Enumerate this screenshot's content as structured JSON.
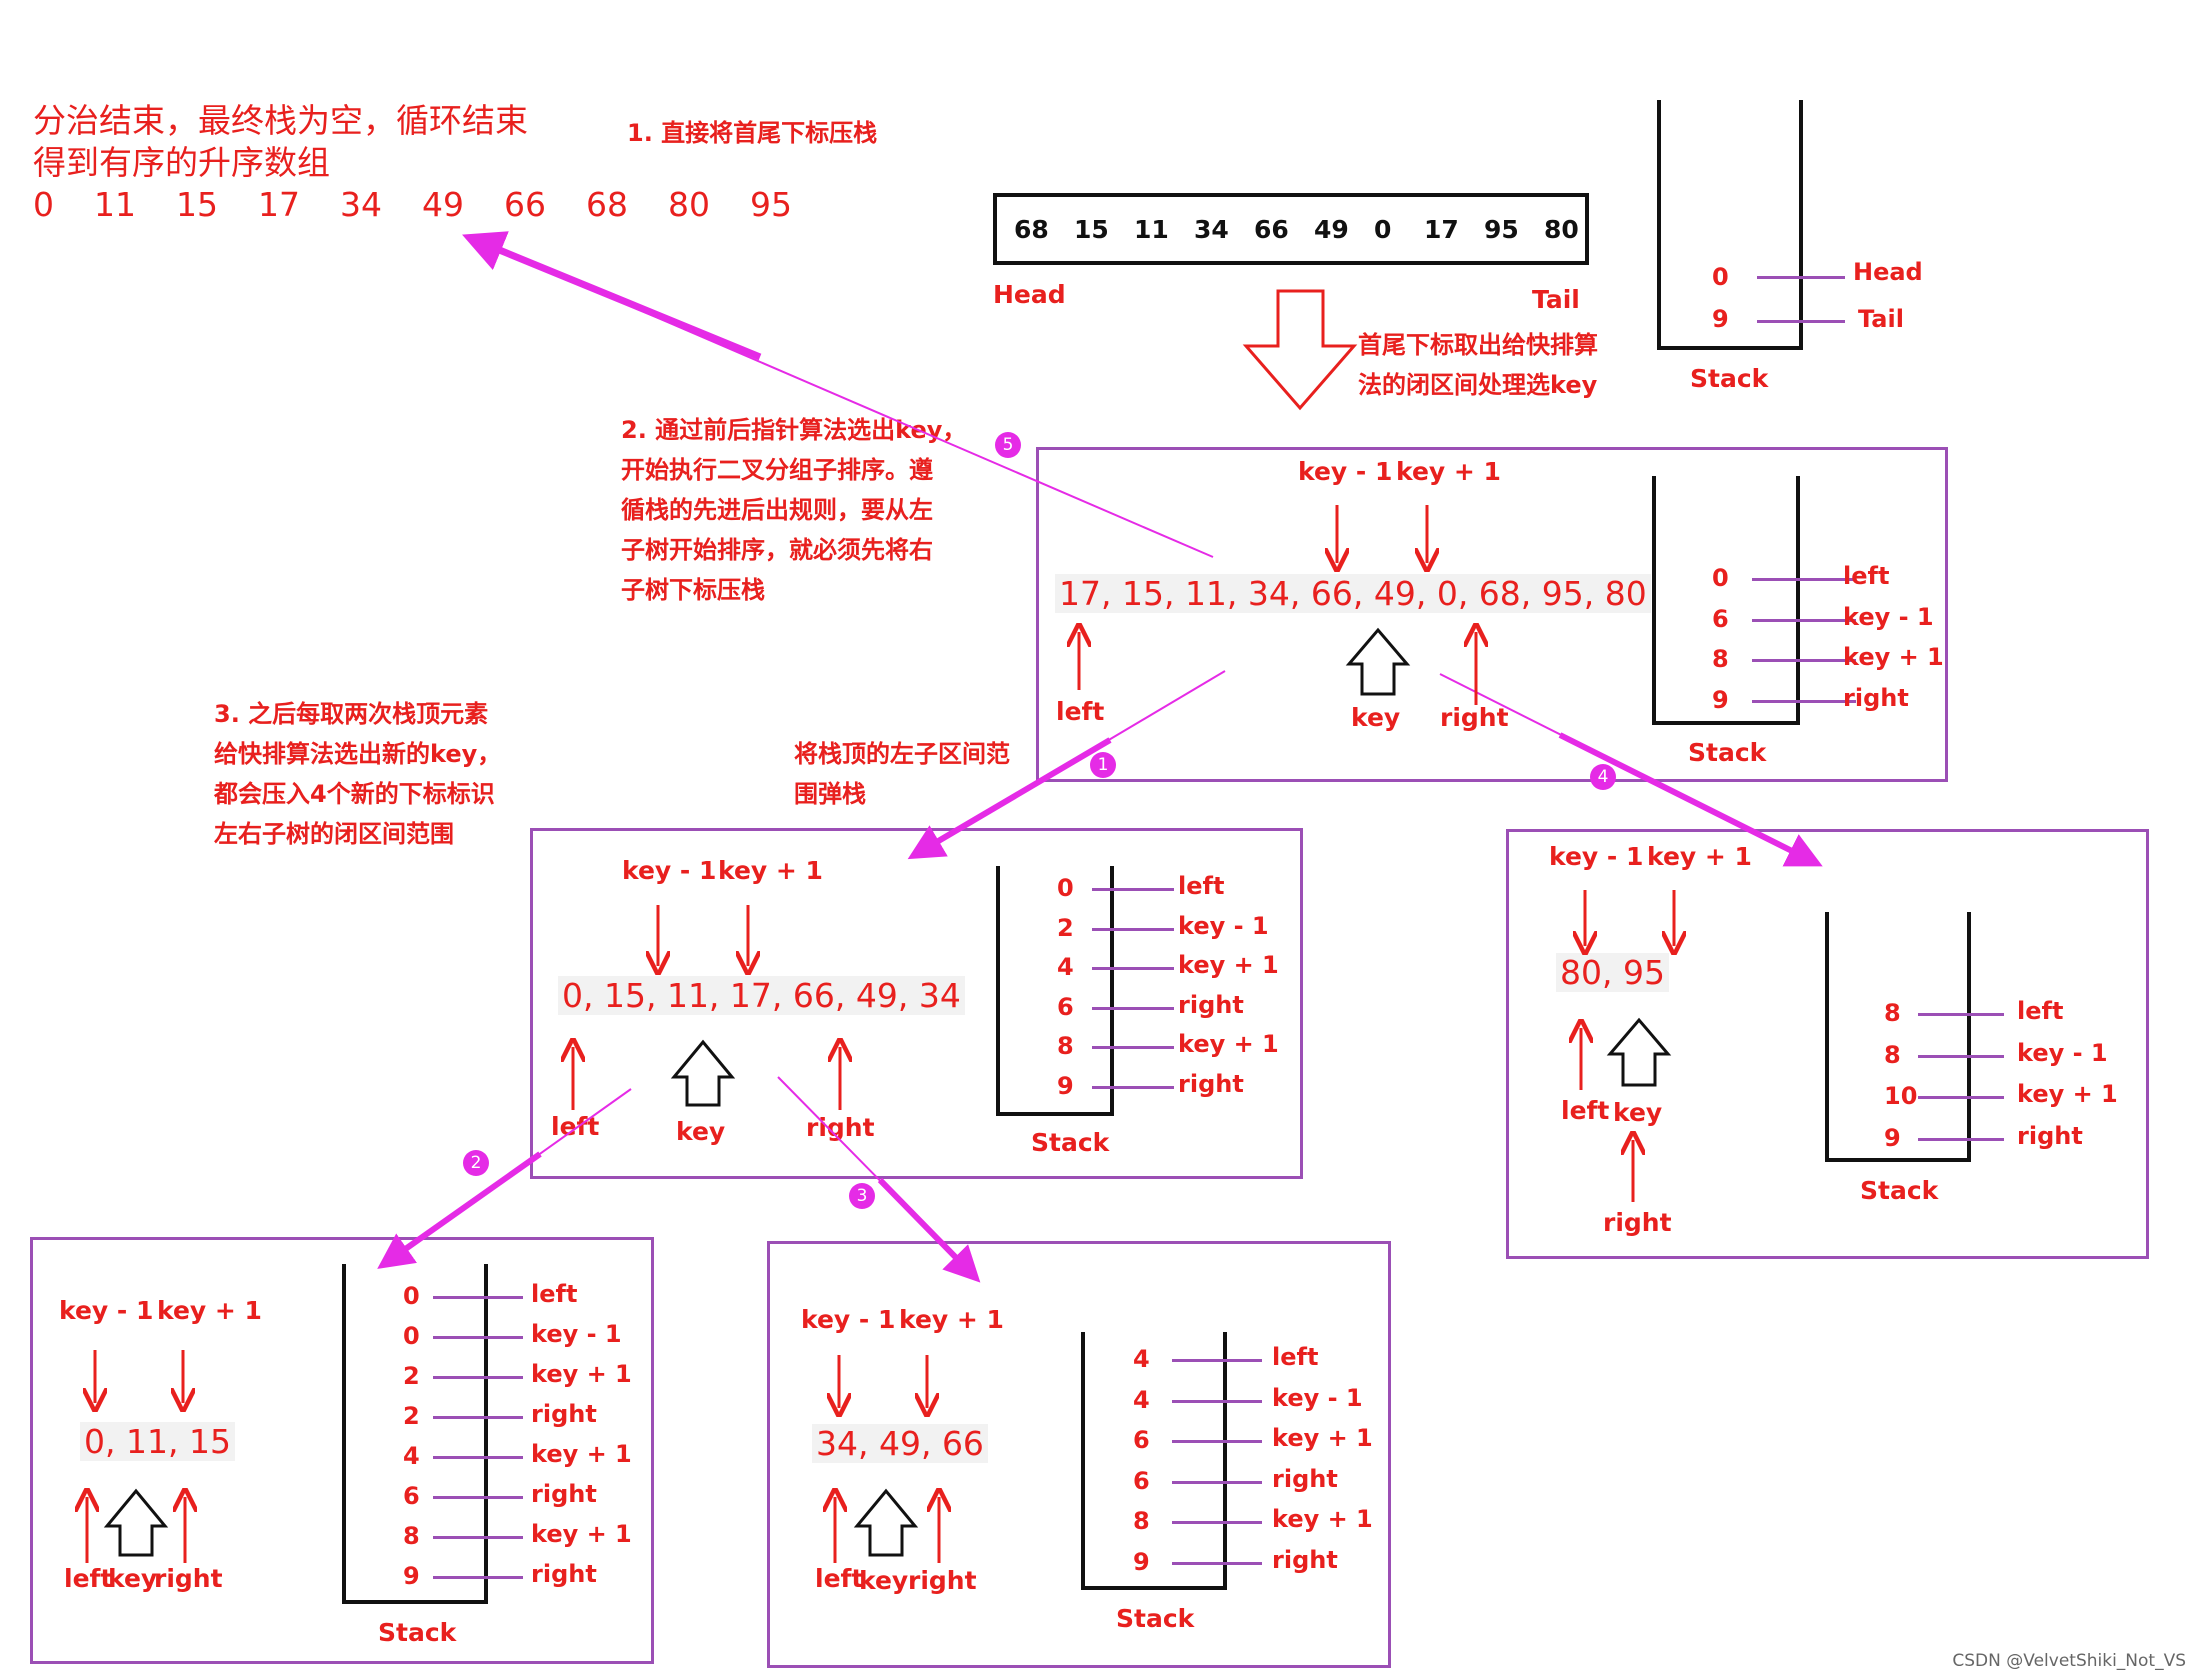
{
  "top_left": {
    "line1": "分治结束，最终栈为空，循环结束",
    "line2": "得到有序的升序数组",
    "sorted": [
      "0",
      "11",
      "15",
      "17",
      "34",
      "49",
      "66",
      "68",
      "80",
      "95"
    ]
  },
  "notes": {
    "n1": "1. 直接将首尾下标压栈",
    "n2": [
      "2. 通过前后指针算法选出key，",
      "开始执行二叉分组子排序。遵",
      "循栈的先进后出规则，要从左",
      "子树开始排序，就必须先将右",
      "子树下标压栈"
    ],
    "n3": [
      "3. 之后每取两次栈顶元素",
      "给快排算法选出新的key，",
      "都会压入4个新的下标标识",
      "左右子树的闭区间范围"
    ],
    "pop": [
      "将栈顶的左子区间范",
      "围弹栈"
    ],
    "process": [
      "首尾下标取出给快排算",
      "法的闭区间处理选key"
    ]
  },
  "initial": {
    "array": [
      "68",
      "15",
      "11",
      "34",
      "66",
      "49",
      "0",
      "17",
      "95",
      "80"
    ],
    "head_label": "Head",
    "tail_label": "Tail",
    "stack": [
      {
        "v": "0",
        "l": "Head"
      },
      {
        "v": "9",
        "l": "Tail"
      }
    ],
    "stack_label": "Stack"
  },
  "labels": {
    "km1": "key - 1",
    "kp1": "key + 1",
    "left": "left",
    "key": "key",
    "right": "right",
    "stack": "Stack",
    "leftkeyright": [
      "left",
      "key",
      "right"
    ]
  },
  "p_root": {
    "seq": "17, 15, 11, 34, 66, 49, 0, 68, 95, 80",
    "stack": [
      {
        "v": "0",
        "l": "left"
      },
      {
        "v": "6",
        "l": "key - 1"
      },
      {
        "v": "8",
        "l": "key + 1"
      },
      {
        "v": "9",
        "l": "right"
      }
    ]
  },
  "p_left": {
    "seq": "0, 15, 11, 17, 66, 49, 34",
    "stack": [
      {
        "v": "0",
        "l": "left"
      },
      {
        "v": "2",
        "l": "key - 1"
      },
      {
        "v": "4",
        "l": "key + 1"
      },
      {
        "v": "6",
        "l": "right"
      },
      {
        "v": "8",
        "l": "key + 1"
      },
      {
        "v": "9",
        "l": "right"
      }
    ]
  },
  "p_right": {
    "seq": "80, 95",
    "stack": [
      {
        "v": "8",
        "l": "left"
      },
      {
        "v": "8",
        "l": "key - 1"
      },
      {
        "v": "10",
        "l": "key + 1"
      },
      {
        "v": "9",
        "l": "right"
      }
    ]
  },
  "p_ll": {
    "seq": "0, 11, 15",
    "stack": [
      {
        "v": "0",
        "l": "left"
      },
      {
        "v": "0",
        "l": "key - 1"
      },
      {
        "v": "2",
        "l": "key + 1"
      },
      {
        "v": "2",
        "l": "right"
      },
      {
        "v": "4",
        "l": "key + 1"
      },
      {
        "v": "6",
        "l": "right"
      },
      {
        "v": "8",
        "l": "key + 1"
      },
      {
        "v": "9",
        "l": "right"
      }
    ]
  },
  "p_lr": {
    "seq": "34, 49, 66",
    "stack": [
      {
        "v": "4",
        "l": "left"
      },
      {
        "v": "4",
        "l": "key - 1"
      },
      {
        "v": "6",
        "l": "key + 1"
      },
      {
        "v": "6",
        "l": "right"
      },
      {
        "v": "8",
        "l": "key + 1"
      },
      {
        "v": "9",
        "l": "right"
      }
    ]
  },
  "badges": [
    "1",
    "2",
    "3",
    "4",
    "5"
  ],
  "watermark": "CSDN @VelvetShiki_Not_VS",
  "colors": {
    "red": "#e8201e",
    "purple": "#9b4fb5",
    "magenta": "#e52be6"
  }
}
